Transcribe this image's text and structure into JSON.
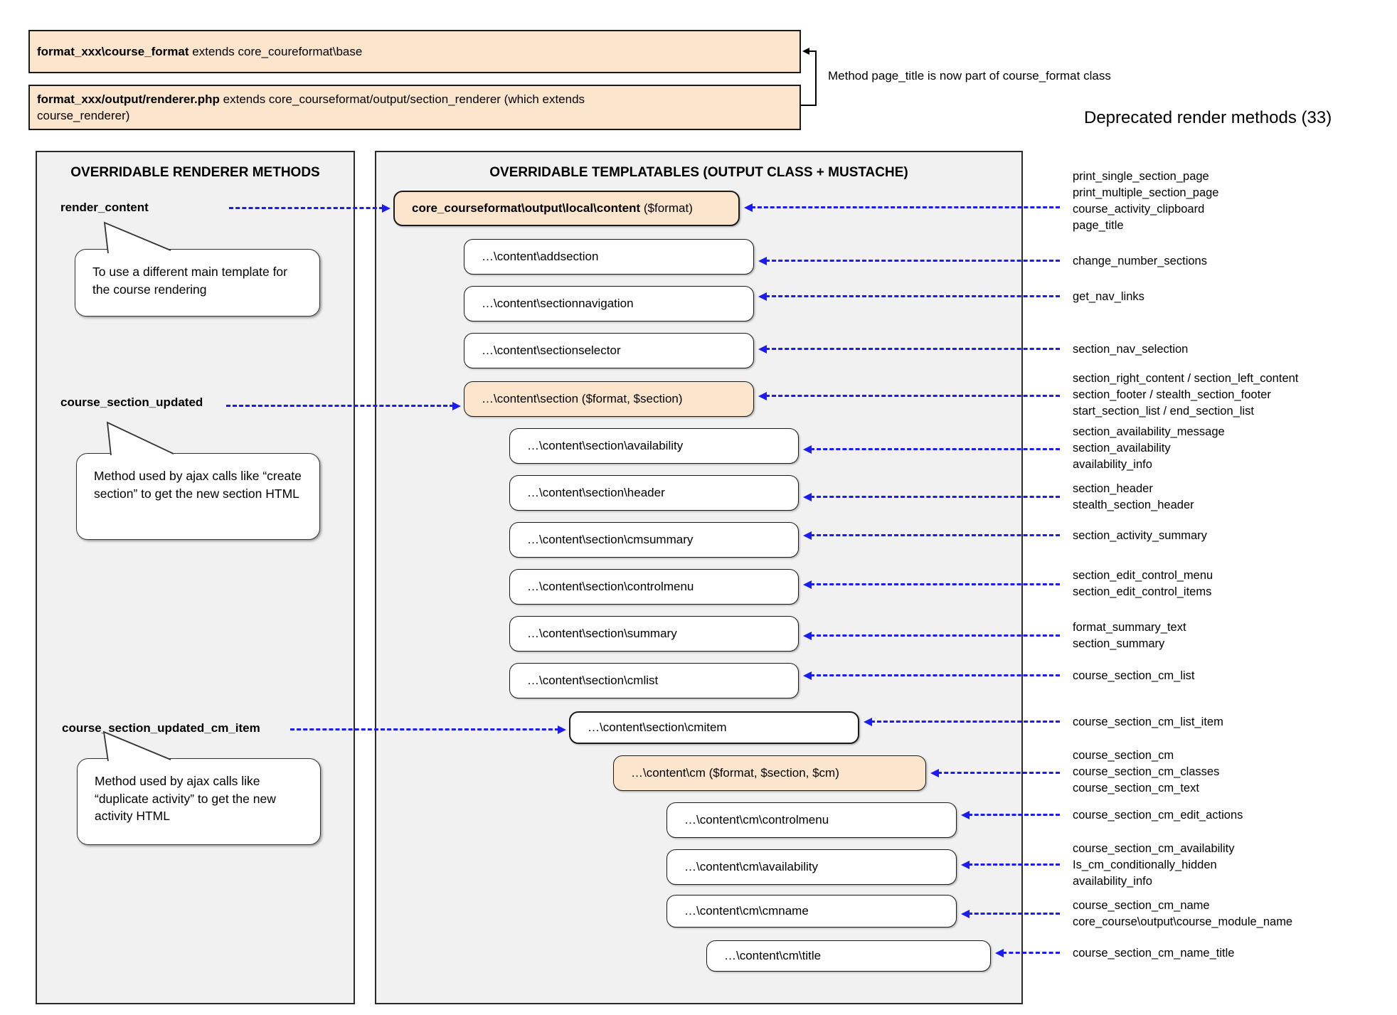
{
  "top": {
    "box1": {
      "bold": "format_xxx\\course_format",
      "rest": " extends core_coureformat\\base"
    },
    "box2": {
      "bold": "format_xxx/output/renderer.php",
      "rest": " extends core_courseformat/output/section_renderer (which extends course_renderer)"
    },
    "note": "Method page_title is now part of course_format class"
  },
  "deprecated": {
    "title": "Deprecated render methods (33)",
    "groups": [
      {
        "lines": [
          "print_single_section_page",
          "print_multiple_section_page",
          "course_activity_clipboard",
          "page_title"
        ]
      },
      {
        "lines": [
          "change_number_sections"
        ]
      },
      {
        "lines": [
          "get_nav_links"
        ]
      },
      {
        "lines": [
          "section_nav_selection"
        ]
      },
      {
        "lines": [
          "section_right_content / section_left_content",
          "section_footer / stealth_section_footer",
          "start_section_list / end_section_list"
        ]
      },
      {
        "lines": [
          "section_availability_message",
          "section_availability",
          "availability_info"
        ]
      },
      {
        "lines": [
          "section_header",
          "stealth_section_header"
        ]
      },
      {
        "lines": [
          "section_activity_summary"
        ]
      },
      {
        "lines": [
          "section_edit_control_menu",
          "section_edit_control_items"
        ]
      },
      {
        "lines": [
          "format_summary_text",
          "section_summary"
        ]
      },
      {
        "lines": [
          "course_section_cm_list"
        ]
      },
      {
        "lines": [
          "course_section_cm_list_item"
        ]
      },
      {
        "lines": [
          "course_section_cm",
          "course_section_cm_classes",
          "course_section_cm_text"
        ]
      },
      {
        "lines": [
          "course_section_cm_edit_actions"
        ]
      },
      {
        "lines": [
          "course_section_cm_availability",
          "Is_cm_conditionally_hidden",
          "availability_info"
        ]
      },
      {
        "lines": [
          "course_section_cm_name",
          "core_course\\output\\course_module_name"
        ]
      },
      {
        "lines": [
          "course_section_cm_name_title"
        ]
      }
    ]
  },
  "left_panel": {
    "title": "OVERRIDABLE RENDERER METHODS",
    "methods": [
      {
        "label": "render_content",
        "note": "To use a different main template for the course rendering"
      },
      {
        "label": "course_section_updated",
        "note": "Method used by ajax calls like “create section” to get the new section HTML"
      },
      {
        "label": "course_section_updated_cm_item",
        "note": "Method used by ajax calls like “duplicate activity” to get the new activity HTML"
      }
    ]
  },
  "middle_panel": {
    "title": "OVERRIDABLE TEMPLATABLES (OUTPUT CLASS + MUSTACHE)",
    "boxes": [
      {
        "id": "content",
        "bold": "core_courseformat\\output\\local\\content",
        "rest": " ($format)"
      },
      {
        "id": "addsection",
        "text": "…\\content\\addsection"
      },
      {
        "id": "sectionnavigation",
        "text": "…\\content\\sectionnavigation"
      },
      {
        "id": "sectionselector",
        "text": "…\\content\\sectionselector"
      },
      {
        "id": "section",
        "text": "…\\content\\section ($format, $section)"
      },
      {
        "id": "section-availability",
        "text": "…\\content\\section\\availability"
      },
      {
        "id": "section-header",
        "text": "…\\content\\section\\header"
      },
      {
        "id": "section-cmsummary",
        "text": "…\\content\\section\\cmsummary"
      },
      {
        "id": "section-controlmenu",
        "text": "…\\content\\section\\controlmenu"
      },
      {
        "id": "section-summary",
        "text": "…\\content\\section\\summary"
      },
      {
        "id": "section-cmlist",
        "text": "…\\content\\section\\cmlist"
      },
      {
        "id": "section-cmitem",
        "text": "…\\content\\section\\cmitem"
      },
      {
        "id": "cm",
        "text": "…\\content\\cm ($format, $section, $cm)"
      },
      {
        "id": "cm-controlmenu",
        "text": "…\\content\\cm\\controlmenu"
      },
      {
        "id": "cm-availability",
        "text": "…\\content\\cm\\availability"
      },
      {
        "id": "cm-cmname",
        "text": "…\\content\\cm\\cmname"
      },
      {
        "id": "cm-title",
        "text": "…\\content\\cm\\title"
      }
    ]
  },
  "colors": {
    "highlight_box": "#fce5cd",
    "arrow_blue": "#1c1cf0",
    "panel_gray": "#f1f1f2"
  }
}
